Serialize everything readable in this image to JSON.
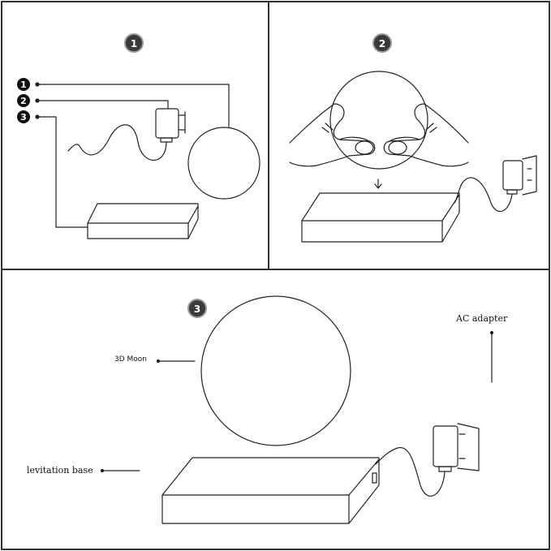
{
  "steps": {
    "step1": "1",
    "step2": "2",
    "step3": "3",
    "parts": [
      "1",
      "2",
      "3"
    ]
  },
  "labels": {
    "moon": "3D  Moon",
    "base": "levitation base",
    "adapter": "AC adapter"
  },
  "icons": {
    "badge": "numbered-circle-icon",
    "hands": "hands-icon",
    "plug": "power-plug-icon",
    "arrow": "down-arrow-icon"
  },
  "colors": {
    "line": "#222222",
    "badge_fill": "#3a3a3a",
    "panel_border": "#333333"
  }
}
